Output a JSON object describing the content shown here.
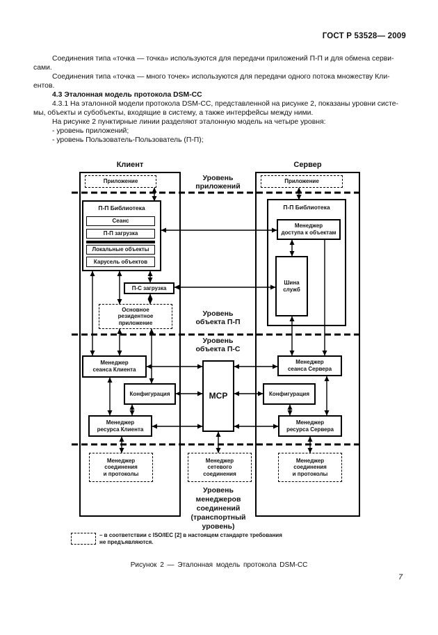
{
  "page": {
    "header": "ГОСТ Р 53528— 2009",
    "page_number": "7"
  },
  "paragraphs": {
    "p1": "Соединения типа «точка — точка» используются для передачи приложений П-П и  для обмена серви-\nсами.",
    "p2": "Соединения типа «точка — много точек» используются для передачи одного потока множеству Кли-\nентов.",
    "h43": "4.3 Эталонная модель протокола DSM-CC",
    "p3": "4.3.1 На эталонной модели протокола DSM-CC, представленной на рисунке 2, показаны уровни систе-\nмы, объекты и субобъекты, входящие в систему, а также интерфейсы между ними.",
    "p4": "На рисунке 2 пунктирные линии  разделяют эталонную модель на четыре уровня:",
    "p5": "- уровень приложений;",
    "p6": "- уровень Пользователь-Пользователь (П-П);"
  },
  "figure": {
    "caption": "Рисунок 2 — Эталонная модель протокола DSM-CC",
    "client": {
      "title": "Клиент",
      "application": "Приложение",
      "library_title": "П-П Библиотека",
      "library_items": [
        "Сеанс",
        "П-П загрузка",
        "Локальные объекты",
        "Карусель объектов"
      ],
      "un_download": "П-С загрузка",
      "resident_app": "Основное\nрезидентное\nприложение",
      "session_manager": "Менеджер\nсеанса Клиента",
      "configuration": "Конфигурация",
      "resource_manager": "Менеджер\nресурса Клиента",
      "connection_manager": "Менеджер\nсоединения\nи протоколы"
    },
    "server": {
      "title": "Сервер",
      "application": "Приложение",
      "library_title": "П-П Библиотека",
      "object_access_manager": "Менеджер\nдоступа к объектам",
      "service_bus": "Шина\nслужб",
      "session_manager": "Менеджер\nсеанса Сервера",
      "configuration": "Конфигурация",
      "resource_manager": "Менеджер\nресурса Сервера",
      "connection_manager": "Менеджер\nсоединения\nи протоколы"
    },
    "center": {
      "mcp": "МСР",
      "network_connection_manager": "Менеджер\nсетевого\nсоединения"
    },
    "levels": {
      "applications": "Уровень\nприложений",
      "uu_object": "Уровень\nобъекта П-П",
      "un_object": "Уровень\nобъекта П-С",
      "transport": "Уровень\nменеджеров\nсоединений\n(транспортный\nуровень)"
    },
    "legend": "– в соответствии с ISO/IEC [2] в настоящем стандарте требования\nне предъявляются."
  }
}
